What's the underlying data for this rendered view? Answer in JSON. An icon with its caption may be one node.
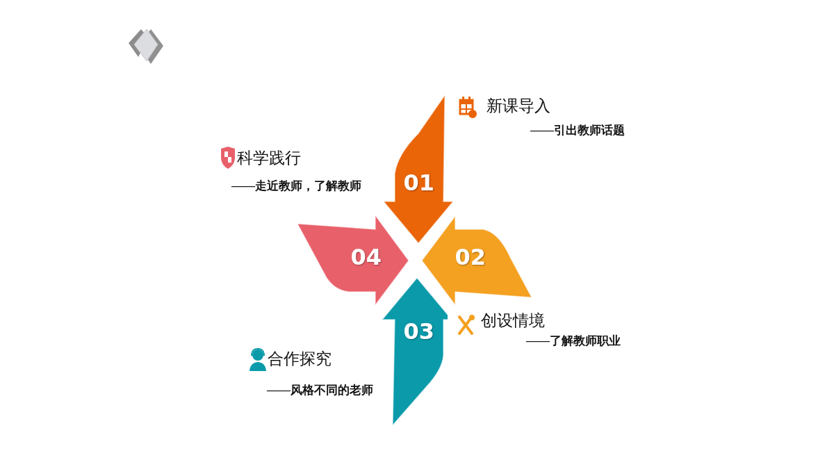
{
  "diagram": {
    "nodes": [
      {
        "text": [
          "01"
        ],
        "beside": [
          "新课导入",
          "——引出教师话题"
        ]
      },
      {
        "text": [
          "02"
        ],
        "beside": [
          "创设情境",
          "——了解教师职业"
        ]
      },
      {
        "text": [
          "03"
        ],
        "beside": [
          "合作探究",
          "——风格不同的老师"
        ]
      },
      {
        "text": [
          "04"
        ],
        "beside": [
          "科学践行",
          "——走近教师，了解教师"
        ]
      }
    ]
  }
}
